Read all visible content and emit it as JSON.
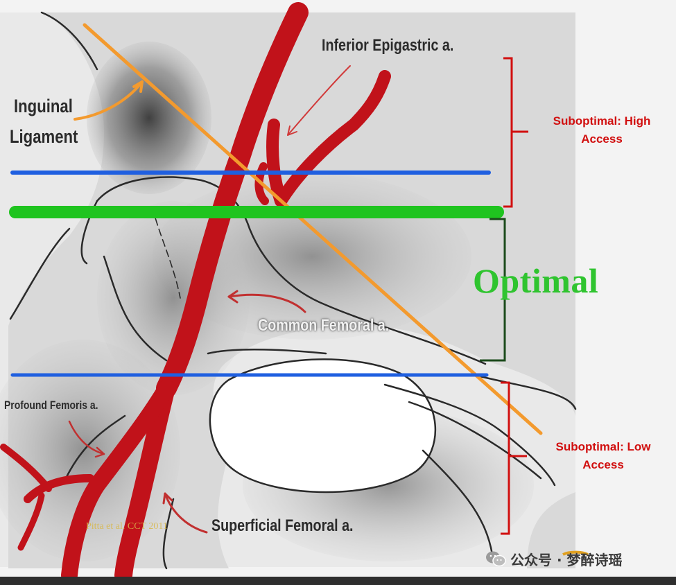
{
  "labels": {
    "inguinal_ligament_1": "Inguinal",
    "inguinal_ligament_2": "Ligament",
    "inferior_epigastric": "Inferior Epigastric a.",
    "common_femoral": "Common Femoral a.",
    "profound_femoris": "Profound Femoris a.",
    "superficial_femoral": "Superficial Femoral a."
  },
  "zones": {
    "high": {
      "line1": "Suboptimal:  High",
      "line2": "Access"
    },
    "optimal": "Optimal",
    "low": {
      "line1": "Suboptimal:  Low",
      "line2": "Access"
    }
  },
  "citation": "Pitta et al. CCT 2011",
  "watermark": {
    "text": "公众号 · 梦醉诗瑶",
    "icon": "wechat-icon"
  },
  "colors": {
    "artery": "#c1121a",
    "ligament": "#f39a2e",
    "blue_line": "#1f5fe0",
    "green_line": "#1fc41f",
    "optimal_text": "#2fc42f",
    "bracket_red": "#d10f0f",
    "bracket_dark": "#1b4a1b"
  }
}
